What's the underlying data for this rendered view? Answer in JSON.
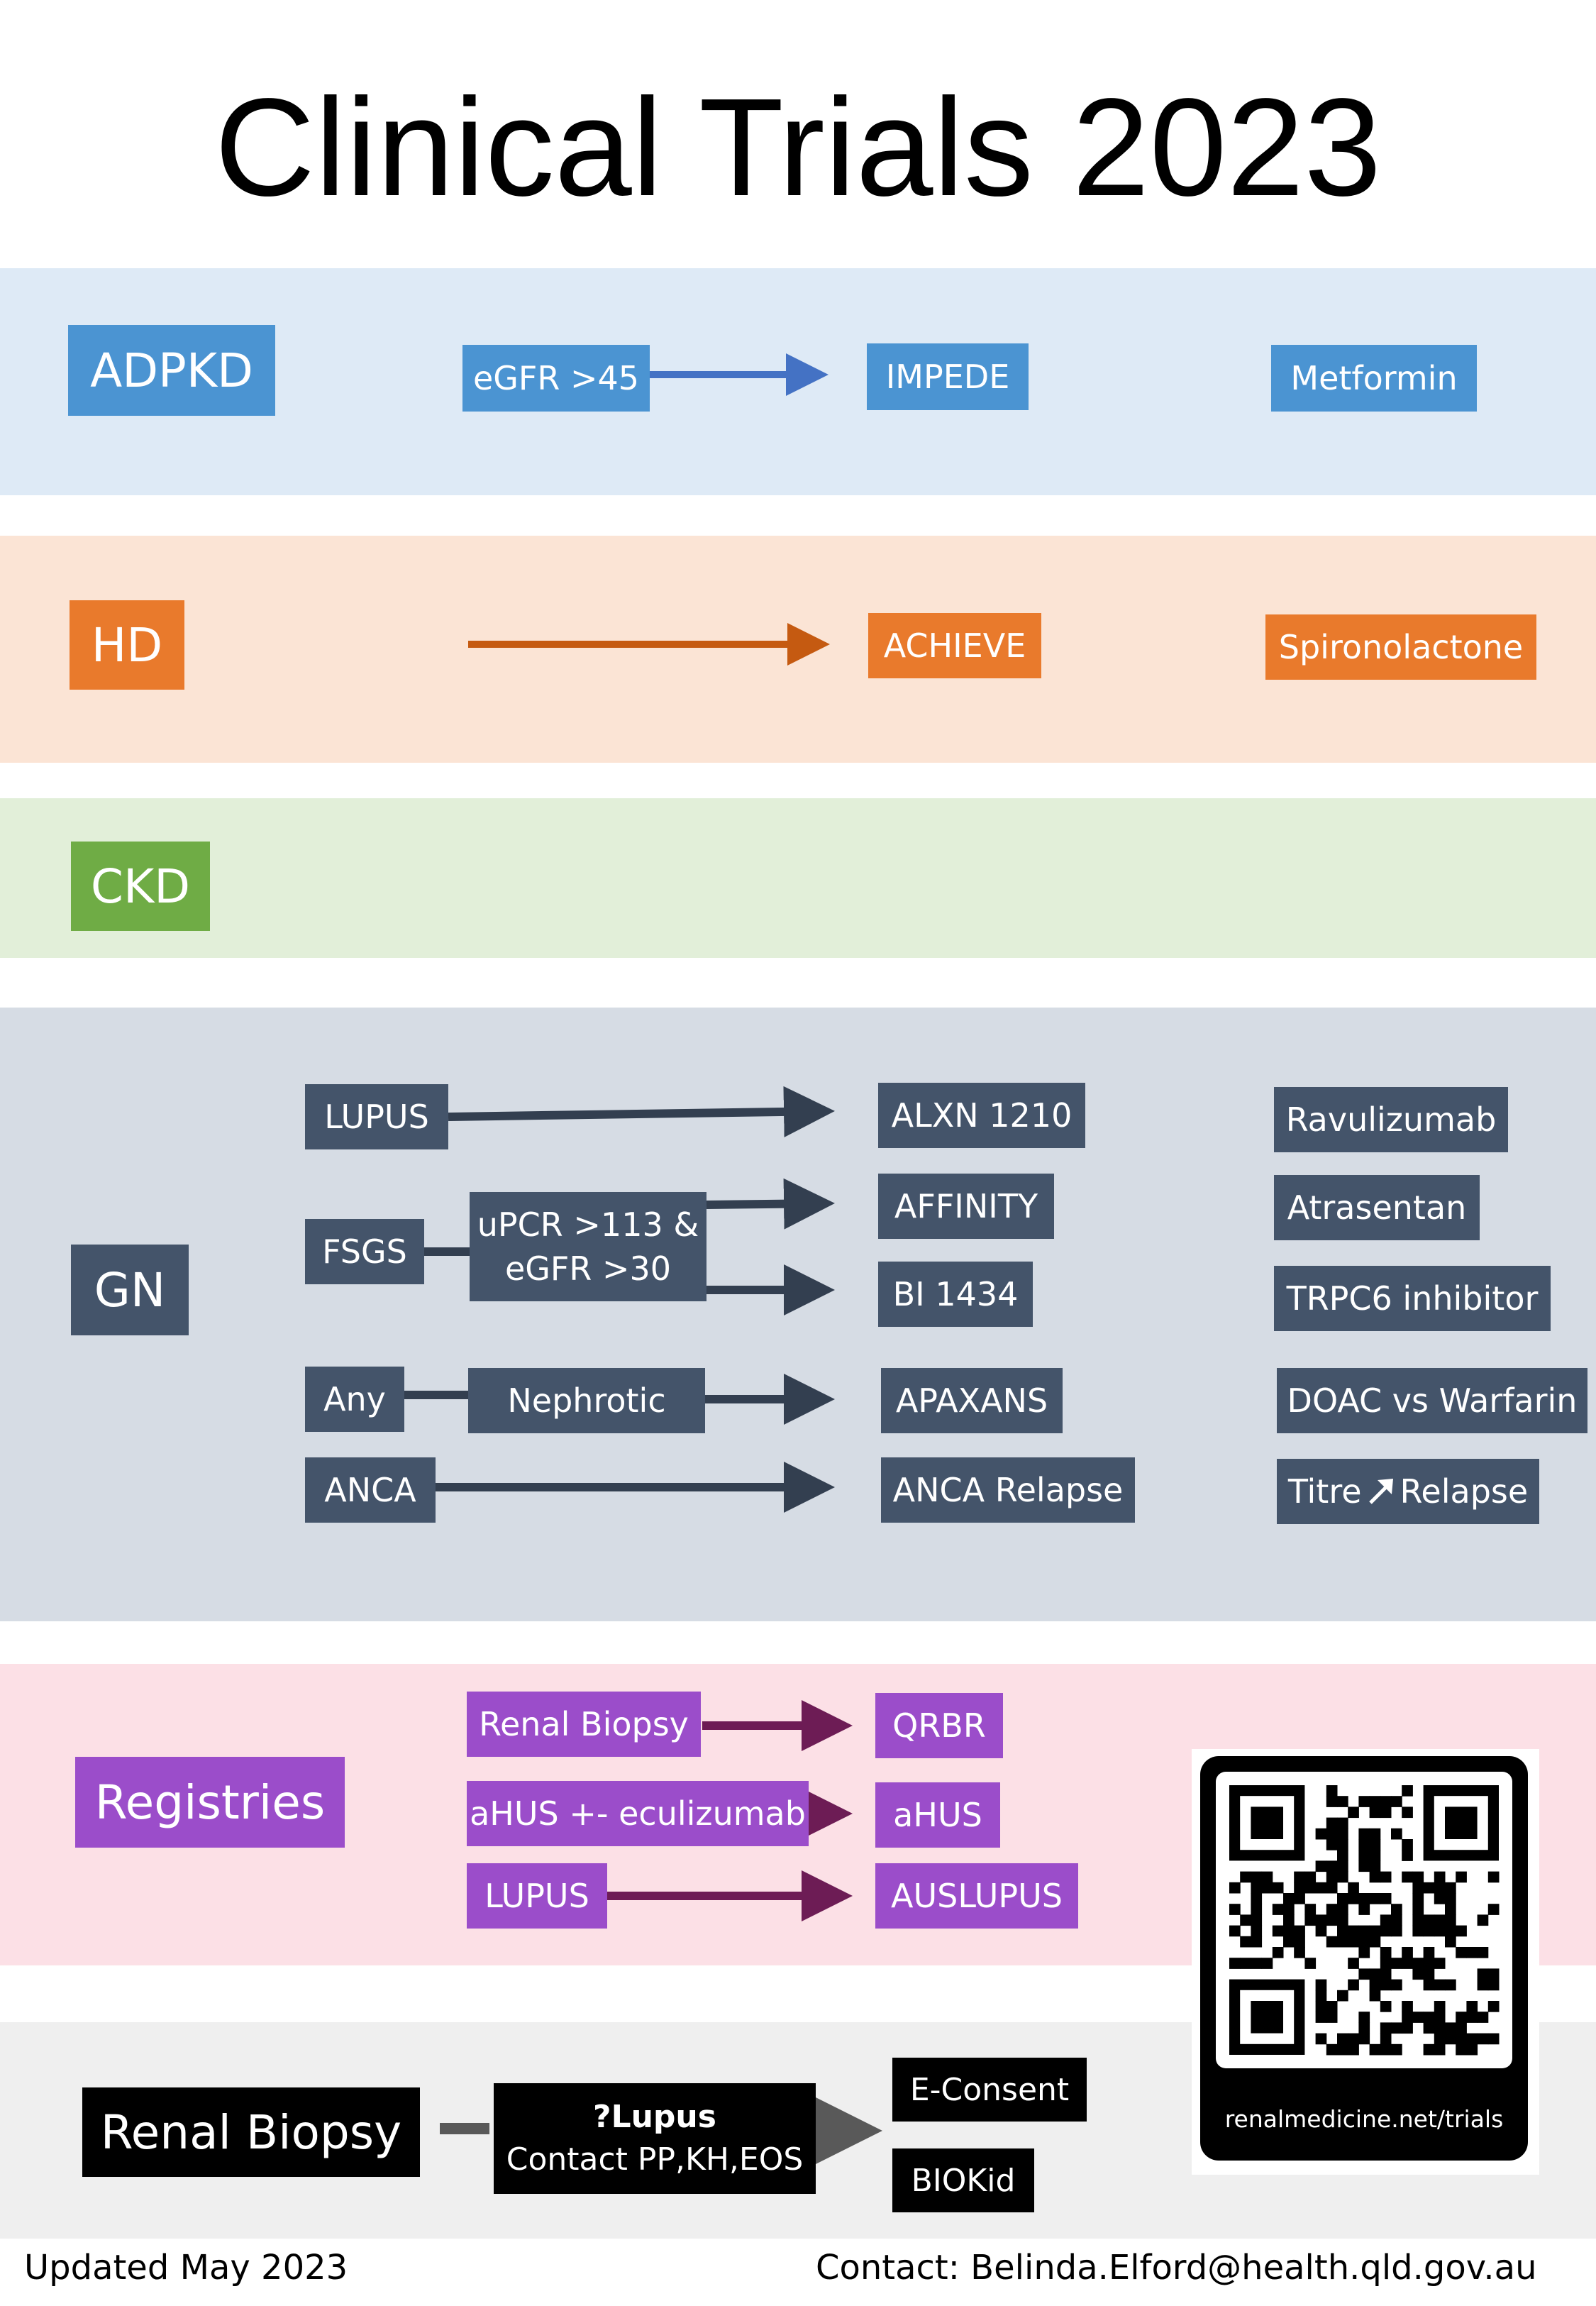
{
  "title": "Clinical Trials 2023",
  "adpkd": {
    "category": "ADPKD",
    "criterion": "eGFR >45",
    "trial": "IMPEDE",
    "drug": "Metformin"
  },
  "hd": {
    "category": "HD",
    "trial": "ACHIEVE",
    "drug": "Spironolactone"
  },
  "ckd": {
    "category": "CKD"
  },
  "gn": {
    "category": "GN",
    "lupus": "LUPUS",
    "fsgs": "FSGS",
    "any": "Any",
    "anca": "ANCA",
    "upcr_line1": "uPCR >113 &",
    "upcr_line2": "eGFR >30",
    "nephrotic": "Nephrotic",
    "trials": [
      "ALXN 1210",
      "AFFINITY",
      "BI 1434",
      "APAXANS",
      "ANCA Relapse"
    ],
    "drugs": [
      "Ravulizumab",
      "Atrasentan",
      "TRPC6 inhibitor",
      "DOAC vs Warfarin"
    ],
    "titre_left": "Titre",
    "titre_right": "Relapse"
  },
  "registries": {
    "category": "Registries",
    "inputs": [
      "Renal Biopsy",
      "aHUS +- eculizumab",
      "LUPUS"
    ],
    "outputs": [
      "QRBR",
      "aHUS",
      "AUSLUPUS"
    ]
  },
  "biopsy": {
    "label": "Renal Biopsy",
    "lupus_line1": "?Lupus",
    "lupus_line2": "Contact PP,KH,EOS",
    "outputs": [
      "E-Consent",
      "BIOKid"
    ]
  },
  "qr": {
    "url": "renalmedicine.net/trials"
  },
  "footer": {
    "updated": "Updated May 2023",
    "contact": "Contact: Belinda.Elford@health.qld.gov.au"
  },
  "colors": {
    "adpkd_band": "#deeaf6",
    "adpkd_box": "#4b94d2",
    "adpkd_arrow": "#4472c4",
    "hd_band": "#fbe4d5",
    "hd_box": "#e97a2c",
    "hd_arrow": "#c55a11",
    "ckd_band": "#e2efd9",
    "ckd_box": "#6fac45",
    "gn_band": "#d6dce4",
    "gn_box": "#44546a",
    "gn_arrow": "#333f50",
    "reg_band": "#fce0e6",
    "reg_box": "#9b4dca",
    "reg_arrow": "#6d1c55",
    "biopsy_band": "#efefef",
    "biopsy_arrow": "#595959"
  }
}
